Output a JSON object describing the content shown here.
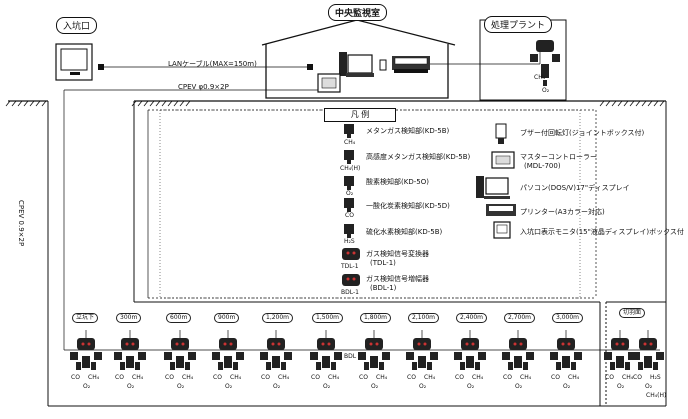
{
  "places": {
    "entrance": "入坑口",
    "central": "中央監視室",
    "plant": "処理プラント"
  },
  "cables": {
    "lan": "LANケーブル(MAX=150m)",
    "cpev_h": "CPEV φ0.9×2P",
    "cpev_v": "CPEV 0.9×2P"
  },
  "legend": {
    "title": "凡 例",
    "items_left": [
      {
        "label": "メタンガス検知部(KD-5B)",
        "gas": "CH₄"
      },
      {
        "label": "高感度メタンガス検知部(KD-5B)",
        "gas": "CH₄(H)"
      },
      {
        "label": "酸素検知部(KD-5O)",
        "gas": "O₂"
      },
      {
        "label": "一酸化炭素検知部(KD-5D)",
        "gas": "CO"
      },
      {
        "label": "硫化水素検知部(KD-5B)",
        "gas": "H₂S"
      },
      {
        "label": "ガス検知信号変換器",
        "sub": "(TDL-1)",
        "gas": "TDL-1"
      },
      {
        "label": "ガス検知信号増幅器",
        "sub": "(BDL-1)",
        "gas": "BDL-1"
      }
    ],
    "items_right": [
      {
        "label": "ブザー付回転灯(ジョイントボックス付)"
      },
      {
        "label": "マスターコントローラー",
        "sub": "(MDL-700)"
      },
      {
        "label": "パソコン(DOS/V)17\"ディスプレイ"
      },
      {
        "label": "プリンター(A3カラー対応)"
      },
      {
        "label": "入坑口表示モニタ(15\"液晶ディスプレイ)ボックス付"
      }
    ]
  },
  "distances": [
    "立坑下",
    "300m",
    "600m",
    "900m",
    "1,200m",
    "1,500m",
    "1,800m",
    "2,100m",
    "2,400m",
    "2,700m",
    "3,000m"
  ],
  "face_label": "切羽面",
  "gas_labels": {
    "co": "CO",
    "ch4": "CH₄",
    "o2": "O₂",
    "h2s": "H₂S",
    "ch4h": "CH₄(H)",
    "bdl": "BDL"
  }
}
